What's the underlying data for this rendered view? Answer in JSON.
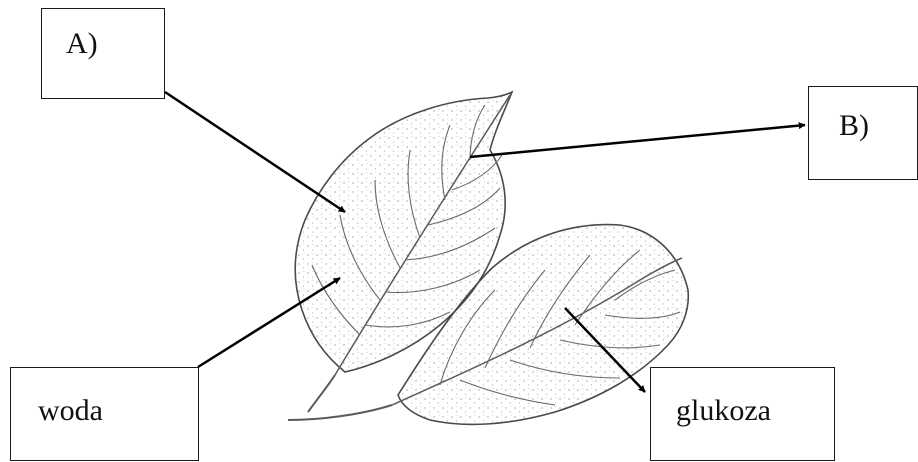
{
  "labels": {
    "a": "A)",
    "b": "B)",
    "water": "woda",
    "glucose": "glukoza"
  }
}
